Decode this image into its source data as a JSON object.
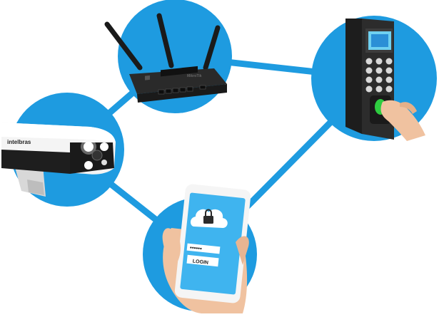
{
  "colors": {
    "node": "#1e9be0",
    "link": "#1e9be0",
    "device_dark": "#1c1c1c",
    "camera_body": "#f2f2f2",
    "phone_screen": "#3fb4ef",
    "keypad_button": "#e8e8e8",
    "led_green": "#2ecc40",
    "skin": "#f0c2a0"
  },
  "nodes": [
    {
      "id": "router",
      "icon": "router-icon"
    },
    {
      "id": "camera",
      "icon": "camera-icon"
    },
    {
      "id": "access",
      "icon": "fingerprint-terminal-icon"
    },
    {
      "id": "phone",
      "icon": "smartphone-icon"
    }
  ],
  "links": [
    [
      "router",
      "camera"
    ],
    [
      "router",
      "access"
    ],
    [
      "camera",
      "phone"
    ],
    [
      "phone",
      "access"
    ]
  ],
  "camera": {
    "brand": "intelbras"
  },
  "router": {
    "brand": "MikroTik"
  },
  "phone": {
    "password_mask": "••••••",
    "login_label": "LOGIN",
    "icons": [
      "cloud-icon",
      "lock-icon"
    ]
  }
}
